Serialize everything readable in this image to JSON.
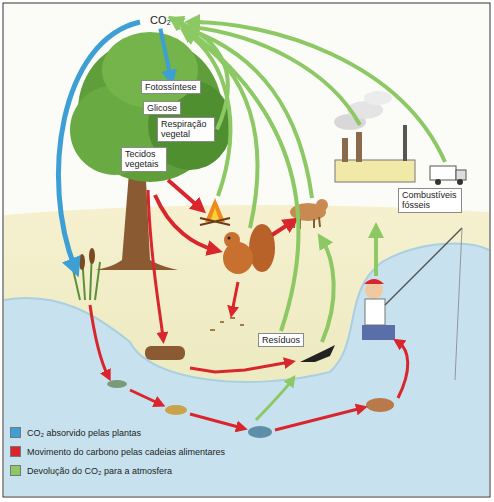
{
  "diagram": {
    "nodes": [
      {
        "text": [
          "CO₂"
        ]
      },
      {
        "text": [
          "Fotossíntese"
        ]
      },
      {
        "text": [
          "Glicose"
        ]
      },
      {
        "text": [
          "Respiração vegetal"
        ]
      },
      {
        "text": [
          "Tecidos vegetais"
        ]
      },
      {
        "text": [
          "Resíduos"
        ]
      },
      {
        "text": [
          "Combustíveis fósseis"
        ]
      }
    ],
    "edges": [
      {
        "from": 0,
        "to": 1,
        "arrow": "to"
      },
      {
        "from": 3,
        "to": 0,
        "arrow": "to"
      },
      {
        "from": 5,
        "to": 0,
        "arrow": "to"
      }
    ],
    "legend": [
      {
        "text": "CO₂ absorvido pelas plantas",
        "color": "#3d9fd3"
      },
      {
        "text": "Movimento do carbono pelas cadeias alimentares",
        "color": "#d9262c"
      },
      {
        "text": "Devolução do CO₂ para a atmosfera",
        "color": "#8cc864"
      }
    ]
  }
}
